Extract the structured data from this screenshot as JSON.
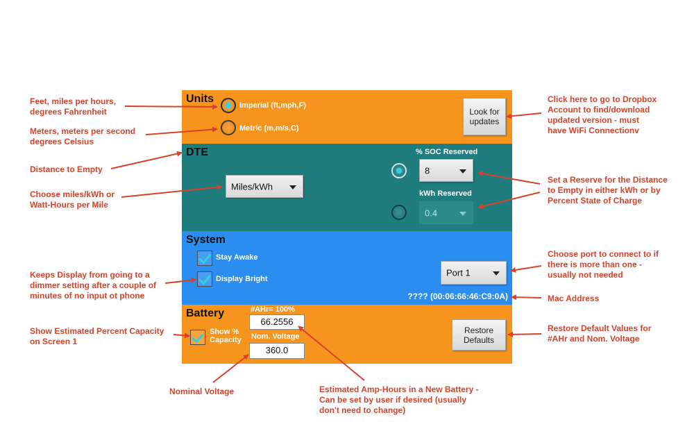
{
  "units": {
    "title": "Units",
    "imperial_label": "Imperial (ft,mph,F)",
    "metric_label": "Metric (m,m/s,C)",
    "selected": "imperial",
    "update_button": "Look for\nupdates"
  },
  "dte": {
    "title": "DTE",
    "distance_unit": "Miles/kWh",
    "soc_label": "% SOC Reserved",
    "soc_value": "8",
    "kwh_label": "kWh Reserved",
    "kwh_value": "0.4",
    "selected": "soc"
  },
  "system": {
    "title": "System",
    "stay_awake_label": "Stay Awake",
    "stay_awake_checked": true,
    "display_bright_label": "Display Bright",
    "display_bright_checked": true,
    "port_value": "Port 1",
    "mac_address": "???? (00:06:66:46:C9:0A)"
  },
  "battery": {
    "title": "Battery",
    "show_capacity_label": "Show %\nCapacity",
    "show_capacity_checked": true,
    "ahr_label": "#AHr= 100%",
    "ahr_value": "66.2556",
    "voltage_label": "Nom. Voltage",
    "voltage_value": "360.0",
    "restore_button": "Restore\nDefaults"
  },
  "annotations": {
    "imperial": "Feet, miles per hours,\ndegrees Fahrenheit",
    "metric": "Meters, meters per second\ndegrees Celsius",
    "dte": "Distance to Empty",
    "miles_kwh": "Choose miles/kWh or\nWatt-Hours per Mile",
    "updates": "Click here to go to Dropbox\nAccount to find/download\nupdated version - must\nhave WiFi Connectionv",
    "reserve": "Set a Reserve for the Distance\nto Empty in either kWh or by\nPercent State of Charge",
    "display": "Keeps Display from going to a\ndimmer setting after a couple of\nminutes of no input ot phone",
    "port": "Choose port to connect to if\nthere is more than one -\nusually not needed",
    "mac": "Mac Address",
    "capacity": "Show Estimated Percent Capacity\non Screen 1",
    "restore": "Restore Default Values for\n#AHr and Nom. Voltage",
    "voltage": "Nominal Voltage",
    "amphours": "Estimated Amp-Hours in a New Battery -\nCan be set by user if desired (usually\ndon't need to change)"
  },
  "colors": {
    "orange_panel": "#f7941d",
    "teal_panel": "#1f7d7e",
    "blue_panel": "#2b8df0",
    "annotation_red": "#d8412a",
    "radio_accent": "#34d0e0"
  }
}
